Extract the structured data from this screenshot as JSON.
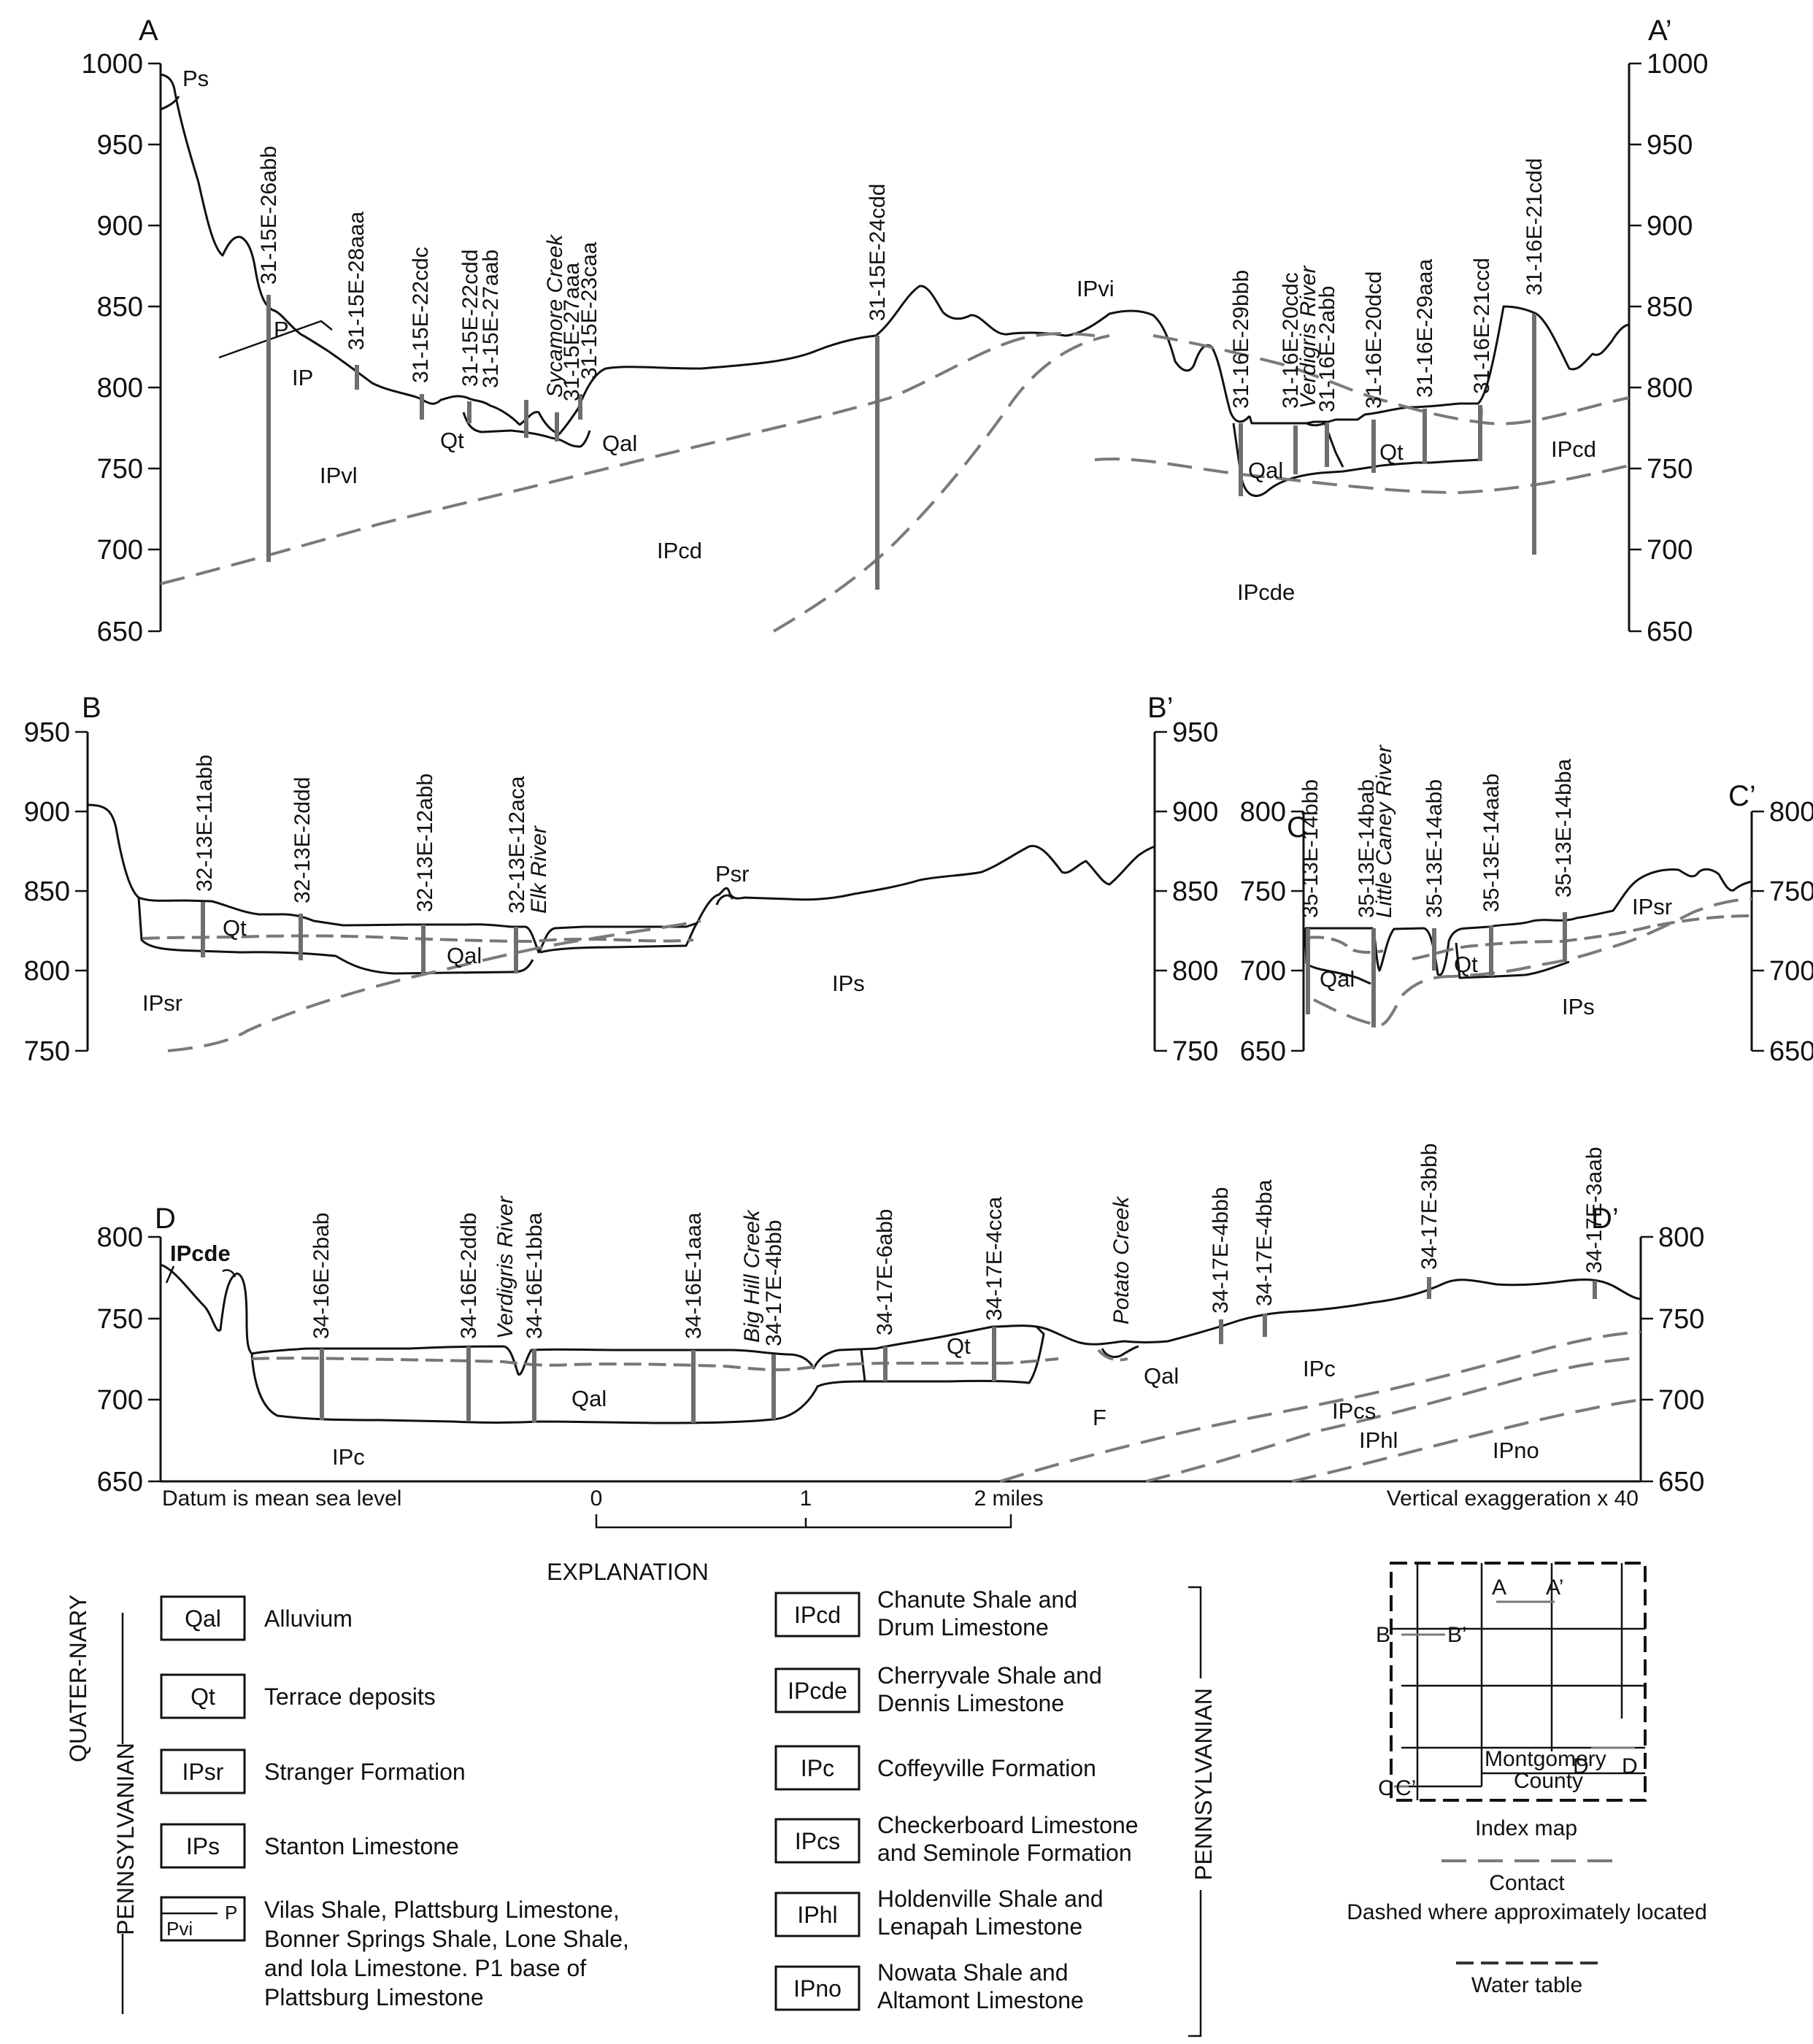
{
  "sections": [
    {
      "labels": {
        "left": "A",
        "right": "A’"
      },
      "ticks": [
        "1000",
        "950",
        "900",
        "850",
        "800",
        "750",
        "700",
        "650"
      ],
      "wells": [
        "31-15E-26abb",
        "31-15E-28aaa",
        "31-15E-22cdc",
        "31-15E-22cdd",
        "31-15E-27aab",
        "31-15E-27aaa",
        "31-15E-23caa",
        "31-15E-24cdd",
        "31-16E-29bbb",
        "31-16E-20cdc",
        "31-16E-2abb",
        "31-16E-20dcd",
        "31-16E-29aaa",
        "31-16E-21ccd",
        "31-16E-21cdd"
      ],
      "rivers": [
        "Sycamore Creek",
        "Verdigris River"
      ],
      "units": [
        "Ps",
        "P",
        "IP",
        "IPvl",
        "IPcd",
        "IPvi",
        "IPcd",
        "IPcde",
        "Qt",
        "Qal",
        "Qal",
        "Qt"
      ]
    },
    {
      "labels": {
        "left": "B",
        "right": "B’"
      },
      "ticks": [
        "950",
        "900",
        "850",
        "800",
        "750"
      ],
      "wells": [
        "32-13E-11abb",
        "32-13E-2ddd",
        "32-13E-12abb",
        "32-13E-12aca"
      ],
      "rivers": [
        "Elk River"
      ],
      "units": [
        "Qt",
        "Qal",
        "Psr",
        "IPsr",
        "IPs"
      ]
    },
    {
      "labels": {
        "left": "C",
        "right": "C’"
      },
      "ticks": [
        "800",
        "750",
        "700",
        "650"
      ],
      "wells": [
        "35-13E-14bbb",
        "35-13E-14bab",
        "35-13E-14abb",
        "35-13E-14aab",
        "35-13E-14bba"
      ],
      "rivers": [
        "Little Caney River"
      ],
      "units": [
        "IPsr",
        "Qal",
        "Qt",
        "IPs"
      ]
    },
    {
      "labels": {
        "left": "D",
        "right": "D’"
      },
      "ticks": [
        "800",
        "750",
        "700",
        "650"
      ],
      "wells": [
        "34-16E-2bab",
        "34-16E-2ddb",
        "34-16E-1bba",
        "34-16E-1aaa",
        "34-17E-4bbb",
        "34-17E-6abb",
        "34-17E-4cca",
        "34-17E-4bbb",
        "34-17E-4bba",
        "34-17E-3bbb",
        "34-17E-3aab"
      ],
      "rivers": [
        "Verdigris River",
        "Big Hill Creek",
        "Potato Creek"
      ],
      "units": [
        "IPcde",
        "IPc",
        "Qal",
        "Qt",
        "Qal",
        "IPc",
        "F",
        "IPcs",
        "IPhl",
        "IPno"
      ]
    }
  ],
  "scale": {
    "datum": "Datum is mean sea level",
    "exaggeration": "Vertical exaggeration x 40",
    "labels": [
      "0",
      "1",
      "2 miles"
    ]
  },
  "explanation": {
    "title": "EXPLANATION",
    "quaternary_label": "QUATER-NARY",
    "pennsylvanian_label": "PENNSYLVANIAN",
    "left": [
      {
        "code": "Qal",
        "text": "Alluvium"
      },
      {
        "code": "Qt",
        "text": "Terrace deposits"
      },
      {
        "code": "IPsr",
        "text": "Stranger Formation"
      },
      {
        "code": "IPs",
        "text": "Stanton Limestone"
      }
    ],
    "vilas": {
      "code_top": "P",
      "code_bottom": "Pvi",
      "lines": [
        "Vilas Shale, Plattsburg Limestone,",
        "Bonner Springs Shale, Lone Shale,",
        "and Iola Limestone. P1 base of",
        "Plattsburg Limestone"
      ]
    },
    "right": [
      {
        "code": "IPcd",
        "lines": [
          "Chanute Shale and",
          "Drum Limestone"
        ]
      },
      {
        "code": "IPcde",
        "lines": [
          "Cherryvale Shale and",
          "Dennis Limestone"
        ]
      },
      {
        "code": "IPc",
        "lines": [
          "Coffeyville Formation"
        ]
      },
      {
        "code": "IPcs",
        "lines": [
          "Checkerboard Limestone",
          "and Seminole Formation"
        ]
      },
      {
        "code": "IPhl",
        "lines": [
          "Holdenville Shale and",
          "Lenapah Limestone"
        ]
      },
      {
        "code": "IPno",
        "lines": [
          "Nowata Shale and",
          "Altamont Limestone"
        ]
      }
    ]
  },
  "index_map": {
    "county": [
      "Montgomery",
      "County"
    ],
    "title": "Index map",
    "points": [
      "A",
      "A’",
      "B",
      "B’",
      "C",
      "C’",
      "D",
      "D"
    ]
  },
  "line_legend": {
    "contact": "Contact",
    "contact_note": "Dashed where approximately located",
    "water_table": "Water table"
  },
  "colors": {
    "line": "#111111",
    "contact": "#7a7a7a",
    "well": "#6e6e6e"
  }
}
